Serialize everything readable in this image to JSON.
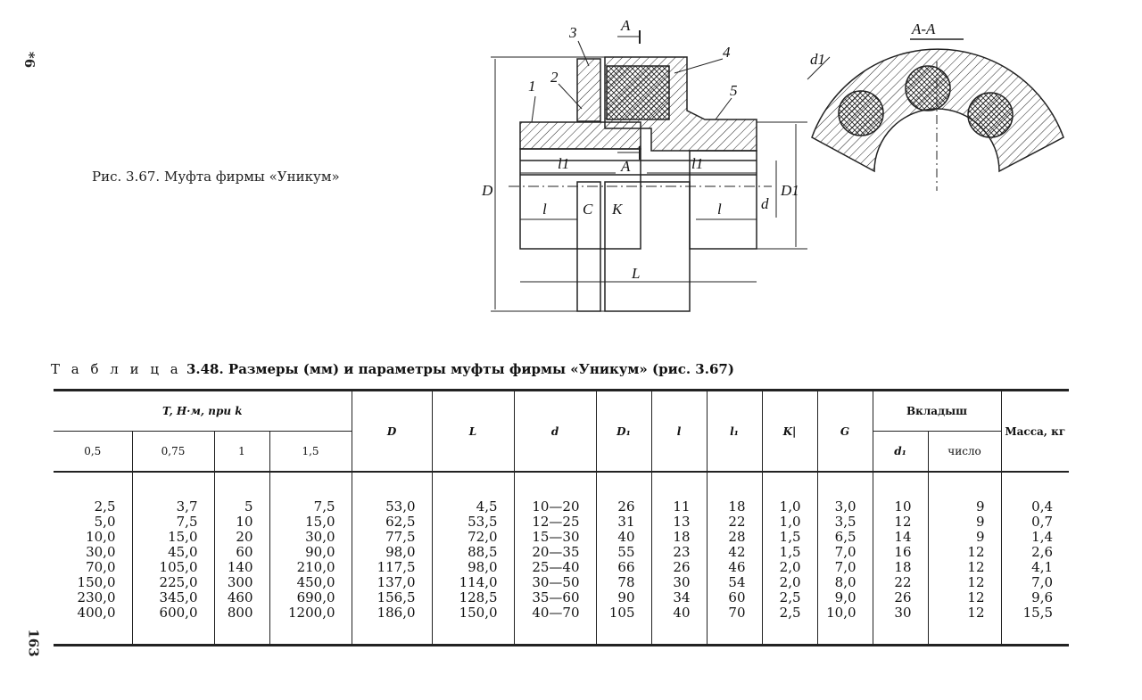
{
  "page": {
    "side_top": "*6",
    "side_bottom": "163"
  },
  "figure": {
    "caption": "Рис. 3.67. Муфта фирмы «Уникум»",
    "labels": {
      "part1": "1",
      "part2": "2",
      "part3": "3",
      "part4": "4",
      "part5": "5",
      "section_mark": "A",
      "section_title": "A-A",
      "dim_D": "D",
      "dim_D1": "D1",
      "dim_d": "d",
      "dim_d1": "d1",
      "dim_l1": "l1",
      "dim_l": "l",
      "dim_C": "C",
      "dim_K": "K",
      "dim_L": "L"
    }
  },
  "table": {
    "caption_prefix": "Т а б л и ц а",
    "caption_rest": "3.48. Размеры (мм) и параметры муфты фирмы «Уникум» (рис. 3.67)",
    "group_T": "T, Н·м, при k",
    "k_values": [
      "0,5",
      "0,75",
      "1",
      "1,5"
    ],
    "col_D": "D",
    "col_L": "L",
    "col_d": "d",
    "col_D1": "D₁",
    "col_l": "l",
    "col_l1": "l₁",
    "col_K": "K|",
    "col_G": "G",
    "group_insert": "Вкладыш",
    "col_d1": "d₁",
    "col_count": "число",
    "col_mass": "Масса, кг",
    "rows": [
      [
        "2,5",
        "3,7",
        "5",
        "7,5",
        "53,0",
        "4,5",
        "10—20",
        "26",
        "11",
        "18",
        "1,0",
        "3,0",
        "10",
        "9",
        "0,4"
      ],
      [
        "5,0",
        "7,5",
        "10",
        "15,0",
        "62,5",
        "53,5",
        "12—25",
        "31",
        "13",
        "22",
        "1,0",
        "3,5",
        "12",
        "9",
        "0,7"
      ],
      [
        "10,0",
        "15,0",
        "20",
        "30,0",
        "77,5",
        "72,0",
        "15—30",
        "40",
        "18",
        "28",
        "1,5",
        "6,5",
        "14",
        "9",
        "1,4"
      ],
      [
        "30,0",
        "45,0",
        "60",
        "90,0",
        "98,0",
        "88,5",
        "20—35",
        "55",
        "23",
        "42",
        "1,5",
        "7,0",
        "16",
        "12",
        "2,6"
      ],
      [
        "70,0",
        "105,0",
        "140",
        "210,0",
        "117,5",
        "98,0",
        "25—40",
        "66",
        "26",
        "46",
        "2,0",
        "7,0",
        "18",
        "12",
        "4,1"
      ],
      [
        "150,0",
        "225,0",
        "300",
        "450,0",
        "137,0",
        "114,0",
        "30—50",
        "78",
        "30",
        "54",
        "2,0",
        "8,0",
        "22",
        "12",
        "7,0"
      ],
      [
        "230,0",
        "345,0",
        "460",
        "690,0",
        "156,5",
        "128,5",
        "35—60",
        "90",
        "34",
        "60",
        "2,5",
        "9,0",
        "26",
        "12",
        "9,6"
      ],
      [
        "400,0",
        "600,0",
        "800",
        "1200,0",
        "186,0",
        "150,0",
        "40—70",
        "105",
        "40",
        "70",
        "2,5",
        "10,0",
        "30",
        "12",
        "15,5"
      ]
    ]
  }
}
